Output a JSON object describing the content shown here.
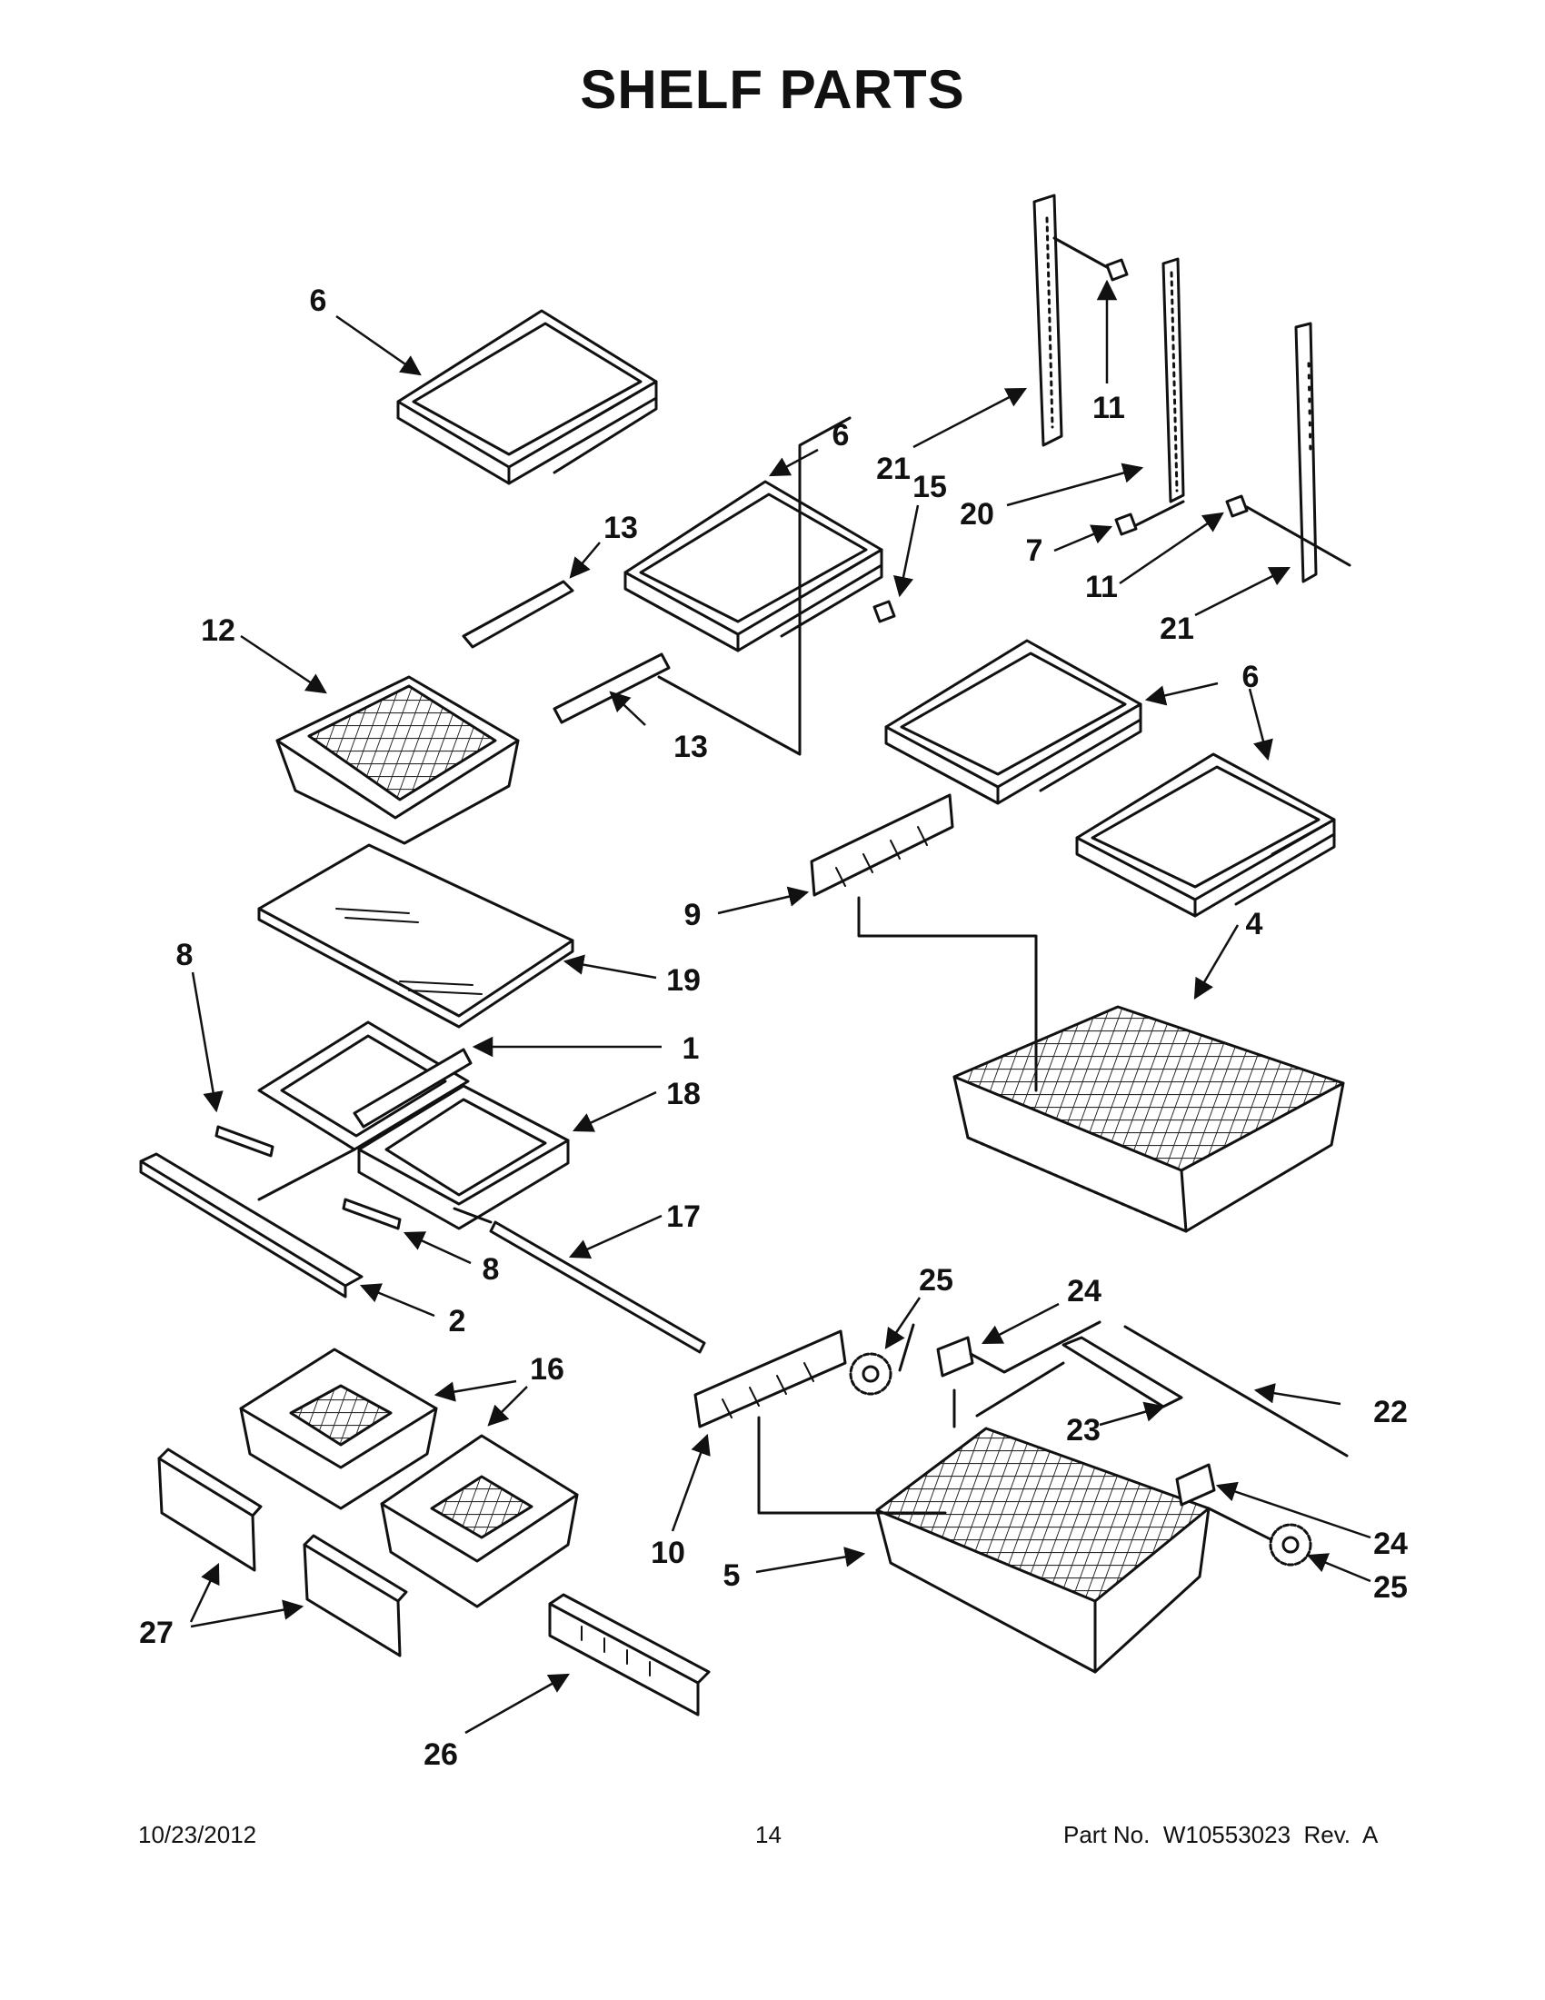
{
  "header": {
    "title": "SHELF PARTS"
  },
  "footer": {
    "date": "10/23/2012",
    "page": "14",
    "part_no": "Part No.  W10553023  Rev.  A"
  },
  "diagram": {
    "callouts": [
      {
        "id": "c6a",
        "label": "6"
      },
      {
        "id": "c6b",
        "label": "6"
      },
      {
        "id": "c6c",
        "label": "6"
      },
      {
        "id": "c21a",
        "label": "21"
      },
      {
        "id": "c15",
        "label": "15"
      },
      {
        "id": "c11a",
        "label": "11"
      },
      {
        "id": "c20",
        "label": "20"
      },
      {
        "id": "c7",
        "label": "7"
      },
      {
        "id": "c11b",
        "label": "11"
      },
      {
        "id": "c21b",
        "label": "21"
      },
      {
        "id": "c13a",
        "label": "13"
      },
      {
        "id": "c12",
        "label": "12"
      },
      {
        "id": "c13b",
        "label": "13"
      },
      {
        "id": "c9",
        "label": "9"
      },
      {
        "id": "c4",
        "label": "4"
      },
      {
        "id": "c19",
        "label": "19"
      },
      {
        "id": "c8a",
        "label": "8"
      },
      {
        "id": "c1",
        "label": "1"
      },
      {
        "id": "c18",
        "label": "18"
      },
      {
        "id": "c17",
        "label": "17"
      },
      {
        "id": "c8b",
        "label": "8"
      },
      {
        "id": "c2",
        "label": "2"
      },
      {
        "id": "c16",
        "label": "16"
      },
      {
        "id": "c25a",
        "label": "25"
      },
      {
        "id": "c24a",
        "label": "24"
      },
      {
        "id": "c22",
        "label": "22"
      },
      {
        "id": "c23",
        "label": "23"
      },
      {
        "id": "c10",
        "label": "10"
      },
      {
        "id": "c24b",
        "label": "24"
      },
      {
        "id": "c5",
        "label": "5"
      },
      {
        "id": "c25b",
        "label": "25"
      },
      {
        "id": "c27",
        "label": "27"
      },
      {
        "id": "c26",
        "label": "26"
      }
    ]
  }
}
